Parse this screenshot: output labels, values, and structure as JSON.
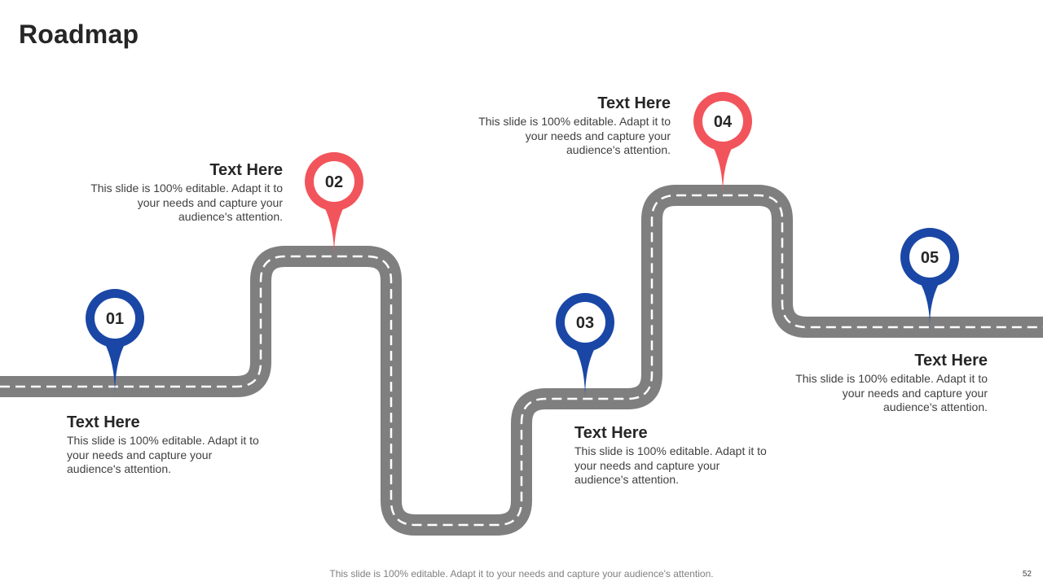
{
  "slide": {
    "title": "Roadmap",
    "footer": "This slide is 100% editable. Adapt it to your needs and capture your audience's attention.",
    "page_number": "52"
  },
  "colors": {
    "road": "#7f7f7f",
    "dash": "#ffffff",
    "pin_blue": "#1a47a6",
    "pin_red": "#f2545b"
  },
  "milestones": [
    {
      "number": "01",
      "heading": "Text Here",
      "text": "This slide is 100% editable. Adapt it to your needs and capture your audience's attention.",
      "color": "#1a47a6"
    },
    {
      "number": "02",
      "heading": "Text Here",
      "text": "This slide is 100% editable. Adapt it to your needs and capture your audience's attention.",
      "color": "#f2545b"
    },
    {
      "number": "03",
      "heading": "Text Here",
      "text": "This slide is 100% editable. Adapt it to your needs and capture your audience's attention.",
      "color": "#1a47a6"
    },
    {
      "number": "04",
      "heading": "Text Here",
      "text": "This slide is 100% editable. Adapt it to your needs and capture your audience's attention.",
      "color": "#f2545b"
    },
    {
      "number": "05",
      "heading": "Text Here",
      "text": "This slide is 100% editable. Adapt it to your needs and capture your audience's attention.",
      "color": "#1a47a6"
    }
  ]
}
